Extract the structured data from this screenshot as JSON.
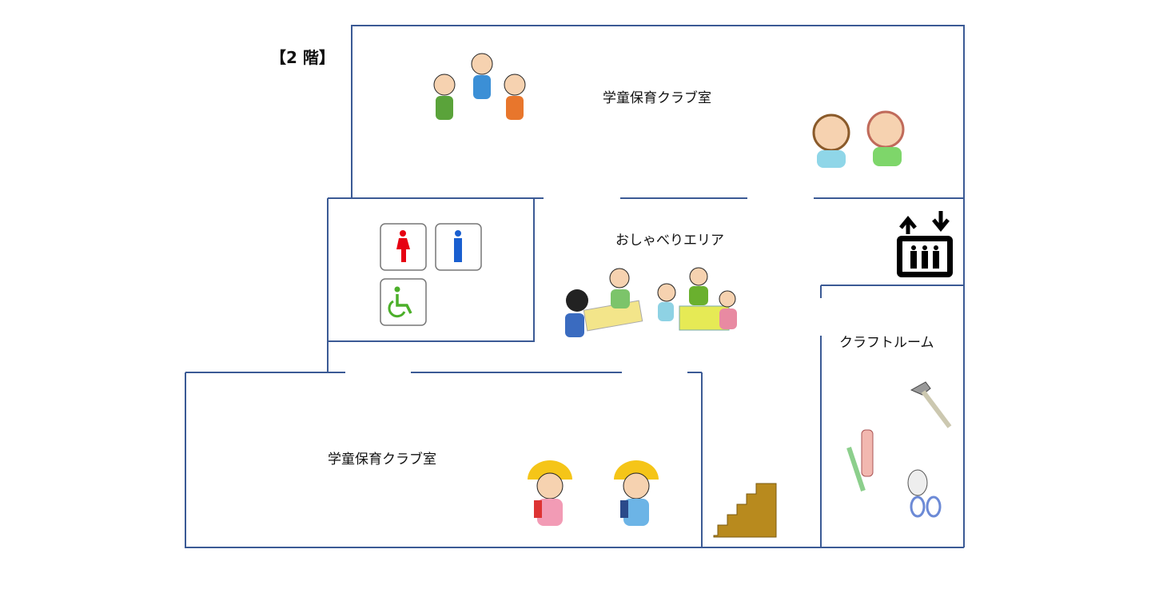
{
  "floor_label": "【2 階】",
  "rooms": {
    "club_room_top": "学童保育クラブ室",
    "chat_area": "おしゃべりエリア",
    "craft_room": "クラフトルーム",
    "club_room_bottom": "学童保育クラブ室"
  },
  "icons": [
    "female-toilet-icon",
    "male-toilet-icon",
    "accessible-toilet-icon",
    "elevator-icon",
    "stairs-icon"
  ],
  "colors": {
    "wall": "#3b5a95",
    "female": "#e60012",
    "male": "#1a5fd0",
    "accessible": "#4caf2a"
  }
}
